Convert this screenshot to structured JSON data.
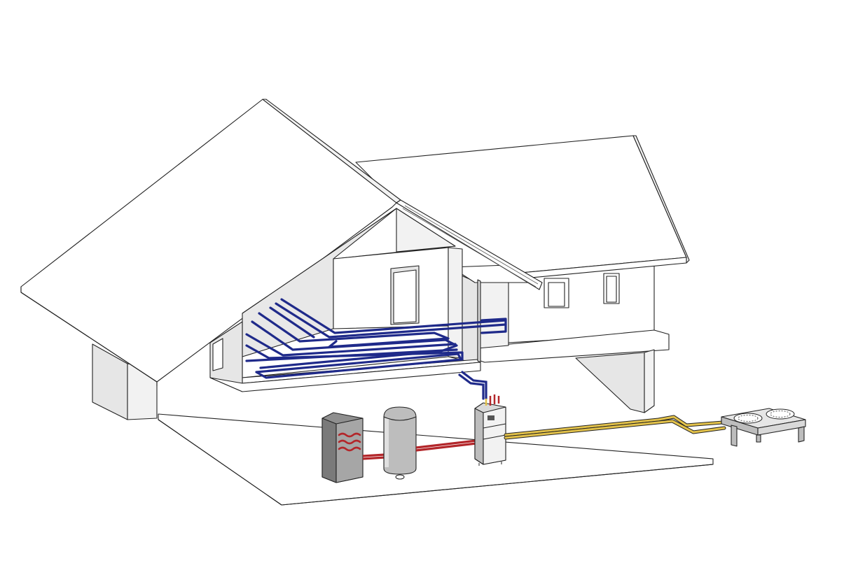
{
  "scene": {
    "subject": "house-heating-system-cutaway",
    "components": [
      {
        "id": "buffer-heater-cabinet",
        "icon": "heater-cabinet-icon"
      },
      {
        "id": "storage-tank",
        "icon": "cylinder-tank-icon"
      },
      {
        "id": "indoor-hydraulic-unit",
        "icon": "hydraulic-module-icon"
      },
      {
        "id": "outdoor-condenser-unit",
        "icon": "fan-unit-icon"
      }
    ],
    "pipes": [
      {
        "id": "hot-water-line",
        "color": "#b3262a"
      },
      {
        "id": "refrigerant-line",
        "color": "#e3c24a"
      },
      {
        "id": "floor-heating-loops",
        "color": "#1f2a8a"
      }
    ]
  },
  "colors": {
    "outline": "#222222",
    "roof": "#ffffff",
    "wall_light": "#f2f2f2",
    "wall_mid": "#e6e6e6",
    "wall_shadow": "#d9d9d9",
    "cabinet": "#8f8f8f",
    "tank": "#bdbdbd",
    "underfloor_pipe": "#1f2a8a",
    "hot_pipe": "#b3262a",
    "refrigerant_pipe": "#e3c24a"
  }
}
